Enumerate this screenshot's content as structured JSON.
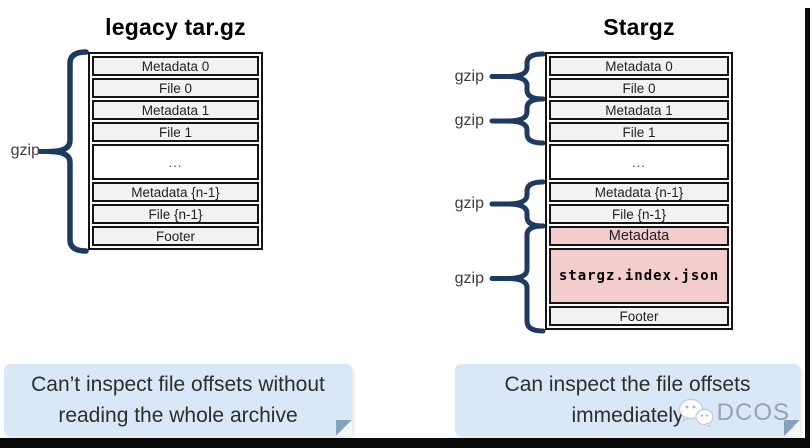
{
  "left_diagram": {
    "title": "legacy tar.gz",
    "gzip_label": "gzip",
    "rows": [
      {
        "label": "Metadata 0",
        "style": "gray"
      },
      {
        "label": "File 0",
        "style": "gray"
      },
      {
        "label": "Metadata 1",
        "style": "gray"
      },
      {
        "label": "File 1",
        "style": "gray"
      },
      {
        "label": "...",
        "style": "ellipsis"
      },
      {
        "label": "Metadata {n-1}",
        "style": "gray"
      },
      {
        "label": "File {n-1}",
        "style": "gray"
      },
      {
        "label": "Footer",
        "style": "gray"
      }
    ]
  },
  "right_diagram": {
    "title": "Stargz",
    "gzip_labels": [
      "gzip",
      "gzip",
      "gzip",
      "gzip"
    ],
    "rows": [
      {
        "label": "Metadata 0",
        "style": "gray"
      },
      {
        "label": "File 0",
        "style": "gray"
      },
      {
        "label": "Metadata 1",
        "style": "gray"
      },
      {
        "label": "File 1",
        "style": "gray"
      },
      {
        "label": "...",
        "style": "ellipsis"
      },
      {
        "label": "Metadata {n-1}",
        "style": "gray"
      },
      {
        "label": "File {n-1}",
        "style": "gray"
      },
      {
        "label": "Metadata",
        "style": "pink"
      },
      {
        "label": "stargz.index.json",
        "style": "pink-code"
      },
      {
        "label": "Footer",
        "style": "gray"
      }
    ]
  },
  "captions": {
    "left": {
      "line1": "Can’t inspect file offsets without",
      "line2": "reading the whole archive"
    },
    "right": {
      "line1": "Can inspect the file offsets",
      "line2": "immediately"
    }
  },
  "watermark": {
    "label": "DCOS",
    "icon": "wechat-icon"
  },
  "colors": {
    "brace": "#1e3a5f",
    "row_fill": "#f2f2f2",
    "highlight_fill": "#f3cdcd",
    "caption_fill": "#d9e8f6",
    "fold": "#85a3c0",
    "watermark": "#9aa2ab",
    "border": "#151515",
    "bottom_bar": "#0a0a0a"
  }
}
